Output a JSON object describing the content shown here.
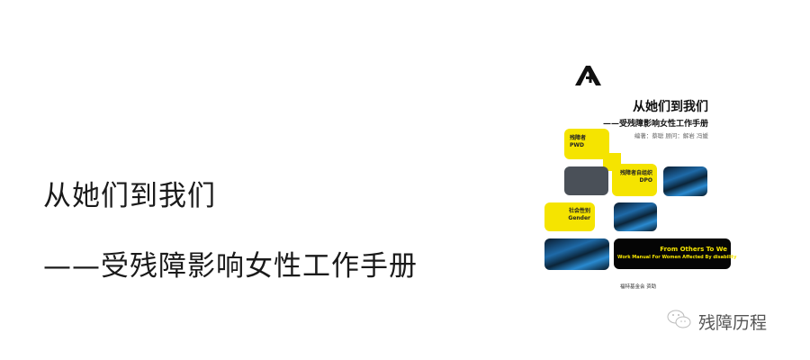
{
  "slide": {
    "title": "从她们到我们",
    "subtitle": "——受残障影响女性工作手册"
  },
  "cover": {
    "logo": "A+",
    "title": "从她们到我们",
    "subtitle": "——受残障影响女性工作手册",
    "credits": "编著：蔡聪  顾问：解岩 冯媛",
    "blocks": {
      "pwd_cn": "残障者",
      "pwd_en": "PWD",
      "dpo_cn": "残障者自组织",
      "dpo_en": "DPO",
      "gender_cn": "社会性别",
      "gender_en": "Gender"
    },
    "banner_line1": "From  Others  To We",
    "banner_line2": "Work Manual For Women Affected By disability",
    "sponsor": "福特基金会 资助"
  },
  "watermark": {
    "icon": "wechat-icon",
    "label": "残障历程"
  }
}
